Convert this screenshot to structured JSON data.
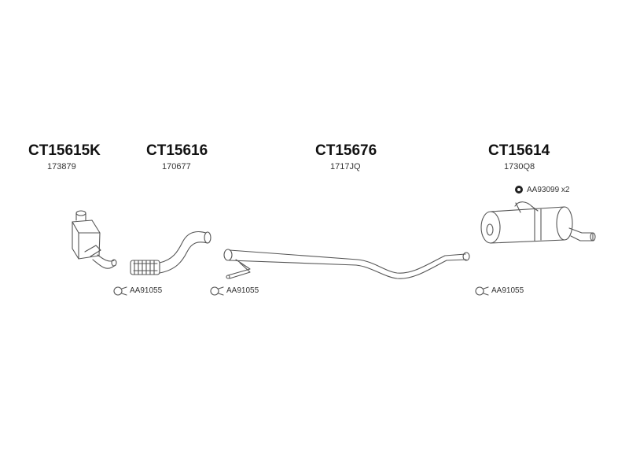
{
  "parts": [
    {
      "code": "CT15615K",
      "ref": "173879"
    },
    {
      "code": "CT15616",
      "ref": "170677"
    },
    {
      "code": "CT15676",
      "ref": "1717JQ"
    },
    {
      "code": "CT15614",
      "ref": "1730Q8"
    }
  ],
  "clamps": [
    {
      "label": "AA91055"
    },
    {
      "label": "AA91055"
    },
    {
      "label": "AA91055"
    }
  ],
  "mount": {
    "label": "AA93099 x2"
  },
  "colors": {
    "line": "#555555",
    "text": "#111111",
    "background": "#ffffff"
  }
}
